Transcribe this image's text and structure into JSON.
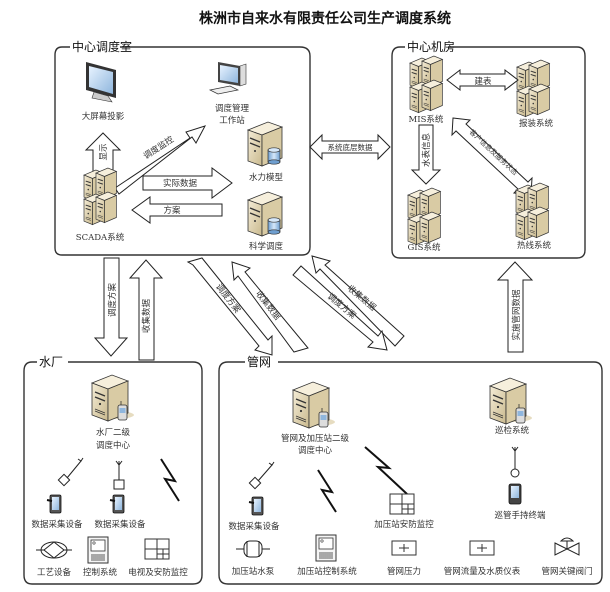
{
  "title": "株洲市自来水有限责任公司生产调度系统",
  "groups": {
    "dispatch_room": {
      "label": "中心调度室",
      "nodes": {
        "big_screen": "大屏幕投影",
        "workstation_line1": "调度管理",
        "workstation_line2": "工作站",
        "scada": "SCADA系统",
        "hydraulic_model": "水力模型",
        "scientific_dispatch": "科学调度"
      },
      "arrows": {
        "display": "显示",
        "dispatch_monitor": "调度监控",
        "actual_data": "实际数据",
        "plan": "方案"
      }
    },
    "machine_room": {
      "label": "中心机房",
      "nodes": {
        "mis": "MIS系统",
        "install": "报装系统",
        "gis": "GIS系统",
        "hotline": "热线系统"
      },
      "arrows": {
        "build_table": "建表",
        "meter_info": "水表信息",
        "customer_info": "客户信息及服务状态"
      }
    },
    "waterworks": {
      "label": "水厂",
      "nodes": {
        "center_line1": "水厂二级",
        "center_line2": "调度中心",
        "daq1": "数据采集设备",
        "daq2": "数据采集设备",
        "process": "工艺设备",
        "control": "控制系统",
        "tv_security": "电视及安防监控"
      }
    },
    "pipe_network": {
      "label": "管网",
      "nodes": {
        "center_line1": "管网及加压站二级",
        "center_line2": "调度中心",
        "patrol": "巡检系统",
        "daq": "数据采集设备",
        "booster_security": "加压站安防监控",
        "handheld": "巡管手持终端",
        "booster_pump": "加压站水泵",
        "booster_control": "加压站控制系统",
        "pipe_pressure": "管网压力",
        "flow_quality": "管网流量及水质仪表",
        "key_valve": "管网关键阀门"
      }
    }
  },
  "links": {
    "system_data": "系统底层数据",
    "ww_plan": "调度方案",
    "ww_collect": "收集数据",
    "pn_plan1": "调度方案",
    "pn_collect1": "收集数据",
    "pn_collect2": "收集数据",
    "pn_plan2": "调度方案",
    "pipe_realtime": "实施管网数据"
  }
}
